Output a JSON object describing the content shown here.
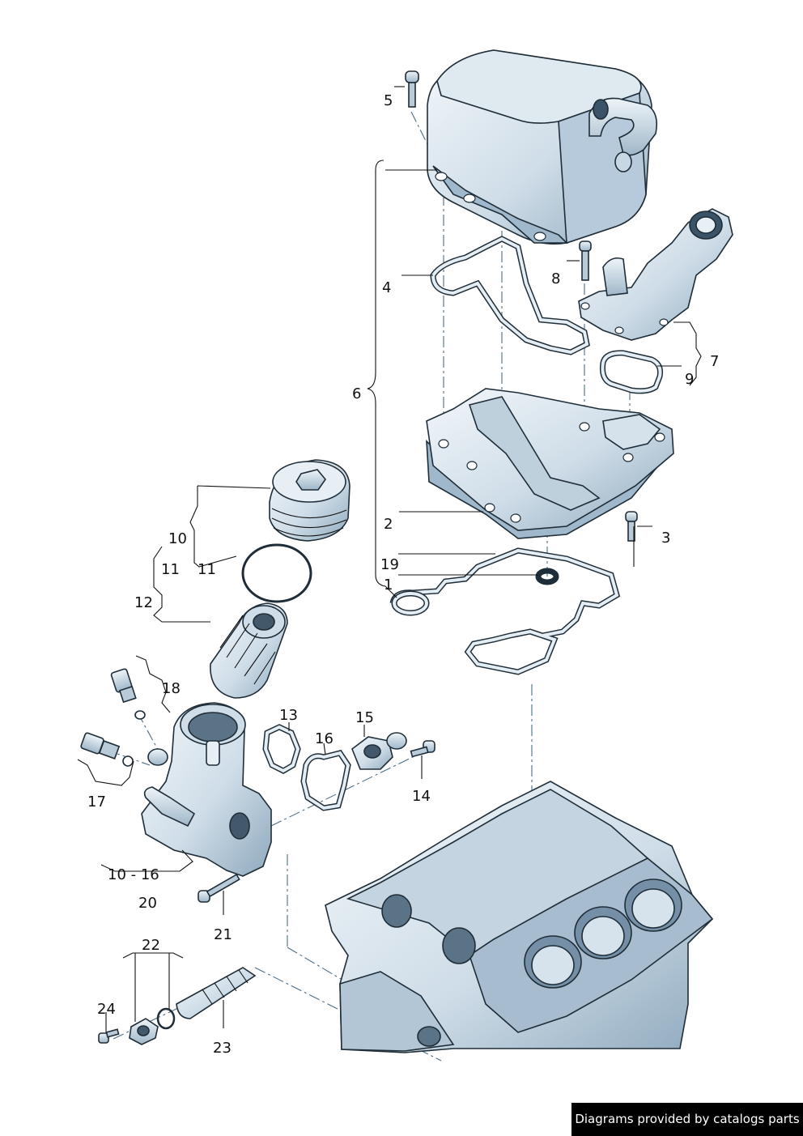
{
  "callouts": {
    "c1": "1",
    "c2": "2",
    "c3": "3",
    "c4": "4",
    "c5": "5",
    "c6": "6",
    "c7": "7",
    "c8": "8",
    "c9": "9",
    "c10": "10",
    "c11a": "11",
    "c11b": "11",
    "c12": "12",
    "c13": "13",
    "c14": "14",
    "c15": "15",
    "c16": "16",
    "c17": "17",
    "c18": "18",
    "c19": "19",
    "c10_16": "10 - 16",
    "c20": "20",
    "c21": "21",
    "c22": "22",
    "c23": "23",
    "c24": "24"
  },
  "footer": {
    "credit": "Diagrams provided by catalogs parts"
  },
  "colors": {
    "metal": "#cfdde8",
    "metal_dark": "#8ea9bd",
    "outline": "#1e2d38",
    "leader_dash": "#4a6d86"
  }
}
